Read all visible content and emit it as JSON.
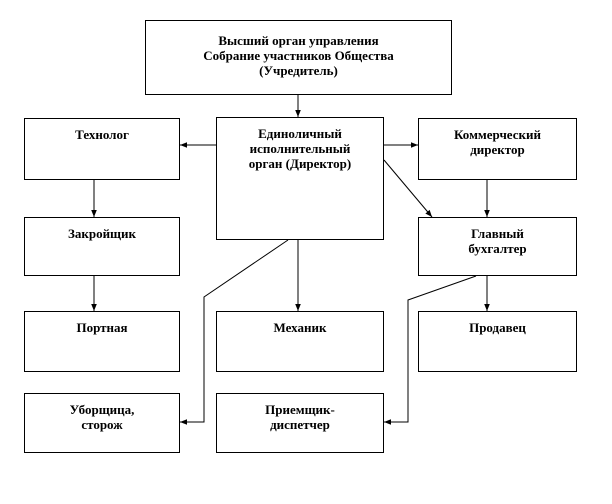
{
  "nodes": {
    "top": [
      "Высший орган управления",
      "Собрание участников Общества",
      "(Учредитель)"
    ],
    "director": [
      "Единоличный",
      "исполнительный",
      "орган (Директор)"
    ],
    "technologist": [
      "Технолог"
    ],
    "commercial": [
      "Коммерческий",
      "директор"
    ],
    "cutter": [
      "Закройщик"
    ],
    "accountant": [
      "Главный",
      "бухгалтер"
    ],
    "seamstress": [
      "Портная"
    ],
    "mechanic": [
      "Механик"
    ],
    "seller": [
      "Продавец"
    ],
    "cleaner": [
      "Уборщица,",
      "сторож"
    ],
    "dispatcher": [
      "Приемщик-",
      "диспетчер"
    ]
  }
}
